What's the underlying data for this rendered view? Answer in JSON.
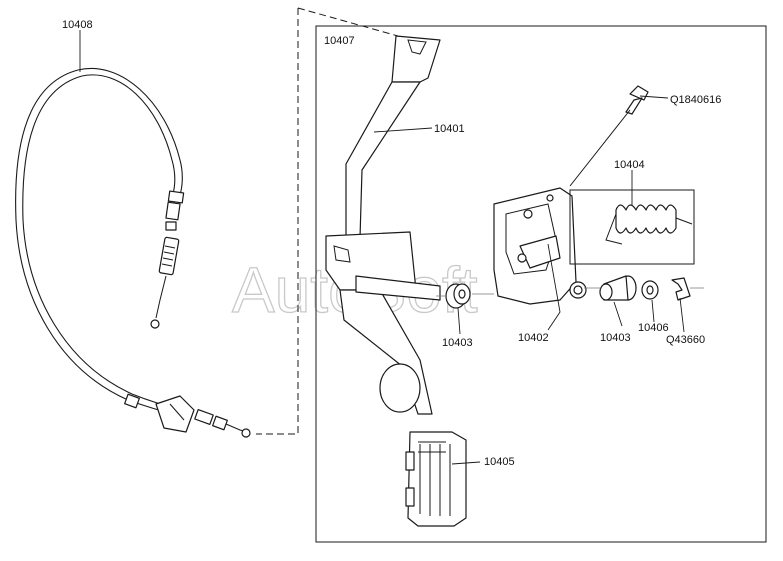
{
  "labels": {
    "cable": "10408",
    "group": "10407",
    "lever": "10401",
    "bolt": "Q1840616",
    "spring": "10404",
    "bracket": "10402",
    "bushing_left": "10403",
    "bushing_right": "10403",
    "washer": "10406",
    "clip": "Q43660",
    "pedal_pad": "10405"
  },
  "watermark": "AutoSoft"
}
